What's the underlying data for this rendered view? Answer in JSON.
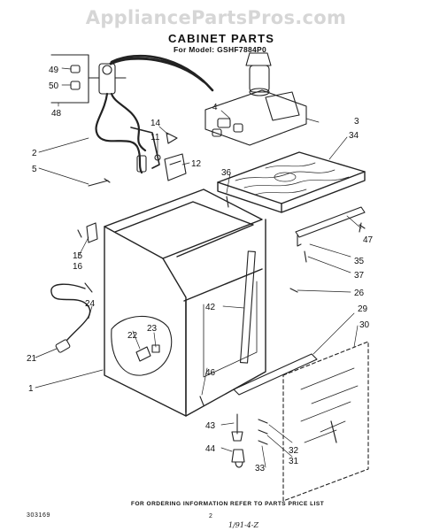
{
  "watermark": "AppliancePartsPros.com",
  "title": "CABINET PARTS",
  "model_line": "For Model: GSHF7884P0",
  "footer": {
    "code": "303169",
    "note": "FOR ORDERING INFORMATION REFER TO PARTS PRICE LIST",
    "page": "2",
    "signature": "1/91-4-Z"
  },
  "callouts": {
    "c49": "49",
    "c50": "50",
    "c48": "48",
    "c2": "2",
    "c5": "5",
    "c14": "14",
    "c11": "11",
    "c12": "12",
    "c36": "36",
    "c4": "4",
    "c3": "3",
    "c34": "34",
    "c47": "47",
    "c35": "35",
    "c37": "37",
    "c26": "26",
    "c15": "15",
    "c16": "16",
    "c24": "24",
    "c42": "42",
    "c29": "29",
    "c30": "30",
    "c22": "22",
    "c23": "23",
    "c21": "21",
    "c1": "1",
    "c46": "46",
    "c43": "43",
    "c44": "44",
    "c32": "32",
    "c33": "33",
    "c31": "31"
  }
}
